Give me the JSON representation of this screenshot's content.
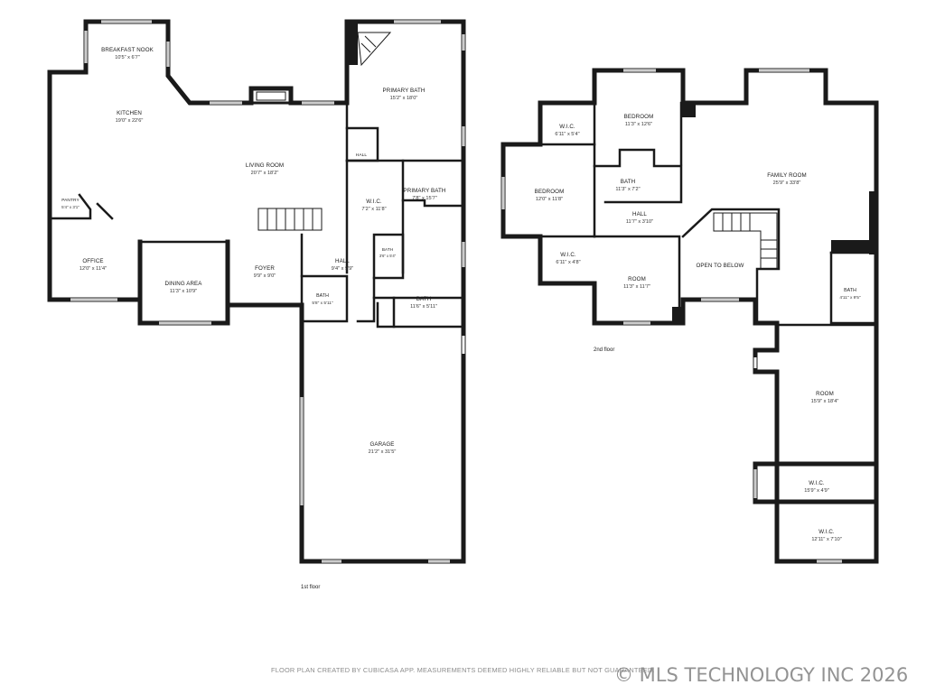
{
  "floors": [
    {
      "label": "1st floor",
      "rooms": [
        {
          "name": "BREAKFAST NOOK",
          "dims": "10'5\" x 6'7\""
        },
        {
          "name": "KITCHEN",
          "dims": "19'0\" x 22'6\""
        },
        {
          "name": "LIVING ROOM",
          "dims": "20'7\" x 18'2\""
        },
        {
          "name": "PRIMARY BATH",
          "dims": "15'2\" x 18'0\""
        },
        {
          "name": "HALL",
          "dims": ""
        },
        {
          "name": "PANTRY",
          "dims": "5'4\" x 3'1\""
        },
        {
          "name": "W.I.C.",
          "dims": "7'2\" x 11'8\""
        },
        {
          "name": "PRIMARY BATH",
          "dims": "7'8\" x 15'7\""
        },
        {
          "name": "OFFICE",
          "dims": "12'0\" x 11'4\""
        },
        {
          "name": "DINING AREA",
          "dims": "11'3\" x 10'9\""
        },
        {
          "name": "FOYER",
          "dims": "9'9\" x 9'0\""
        },
        {
          "name": "HALL",
          "dims": "9'4\" x 9'9\""
        },
        {
          "name": "BATH",
          "dims": "3'6\" x 5'4\""
        },
        {
          "name": "BATH",
          "dims": "5'8\" x 5'11\""
        },
        {
          "name": "BATH",
          "dims": "11'6\" x 5'11\""
        },
        {
          "name": "GARAGE",
          "dims": "21'2\" x 31'5\""
        }
      ]
    },
    {
      "label": "2nd floor",
      "rooms": [
        {
          "name": "W.I.C.",
          "dims": "6'11\" x 5'4\""
        },
        {
          "name": "BEDROOM",
          "dims": "11'3\" x 12'6\""
        },
        {
          "name": "FAMILY ROOM",
          "dims": "25'9\" x 33'8\""
        },
        {
          "name": "BEDROOM",
          "dims": "12'0\" x 11'8\""
        },
        {
          "name": "BATH",
          "dims": "11'3\" x 7'2\""
        },
        {
          "name": "HALL",
          "dims": "11'7\" x 3'10\""
        },
        {
          "name": "W.I.C.",
          "dims": "6'11\" x 4'8\""
        },
        {
          "name": "ROOM",
          "dims": "11'3\" x 11'7\""
        },
        {
          "name": "OPEN TO BELOW",
          "dims": ""
        },
        {
          "name": "BATH",
          "dims": "4'11\" x 9'5\""
        },
        {
          "name": "ROOM",
          "dims": "15'9\" x 18'4\""
        },
        {
          "name": "W.I.C.",
          "dims": "15'9\" x 4'9\""
        },
        {
          "name": "W.I.C.",
          "dims": "12'11\" x 7'10\""
        }
      ]
    }
  ],
  "disclaimer": "FLOOR PLAN CREATED BY CUBICASA APP. MEASUREMENTS DEEMED HIGHLY RELIABLE BUT NOT GUARANTEED.",
  "copyright": "© MLS TECHNOLOGY INC 2026",
  "colors": {
    "wall": "#1a1a1a",
    "background": "#ffffff",
    "watermark": "#8a8a8a"
  }
}
